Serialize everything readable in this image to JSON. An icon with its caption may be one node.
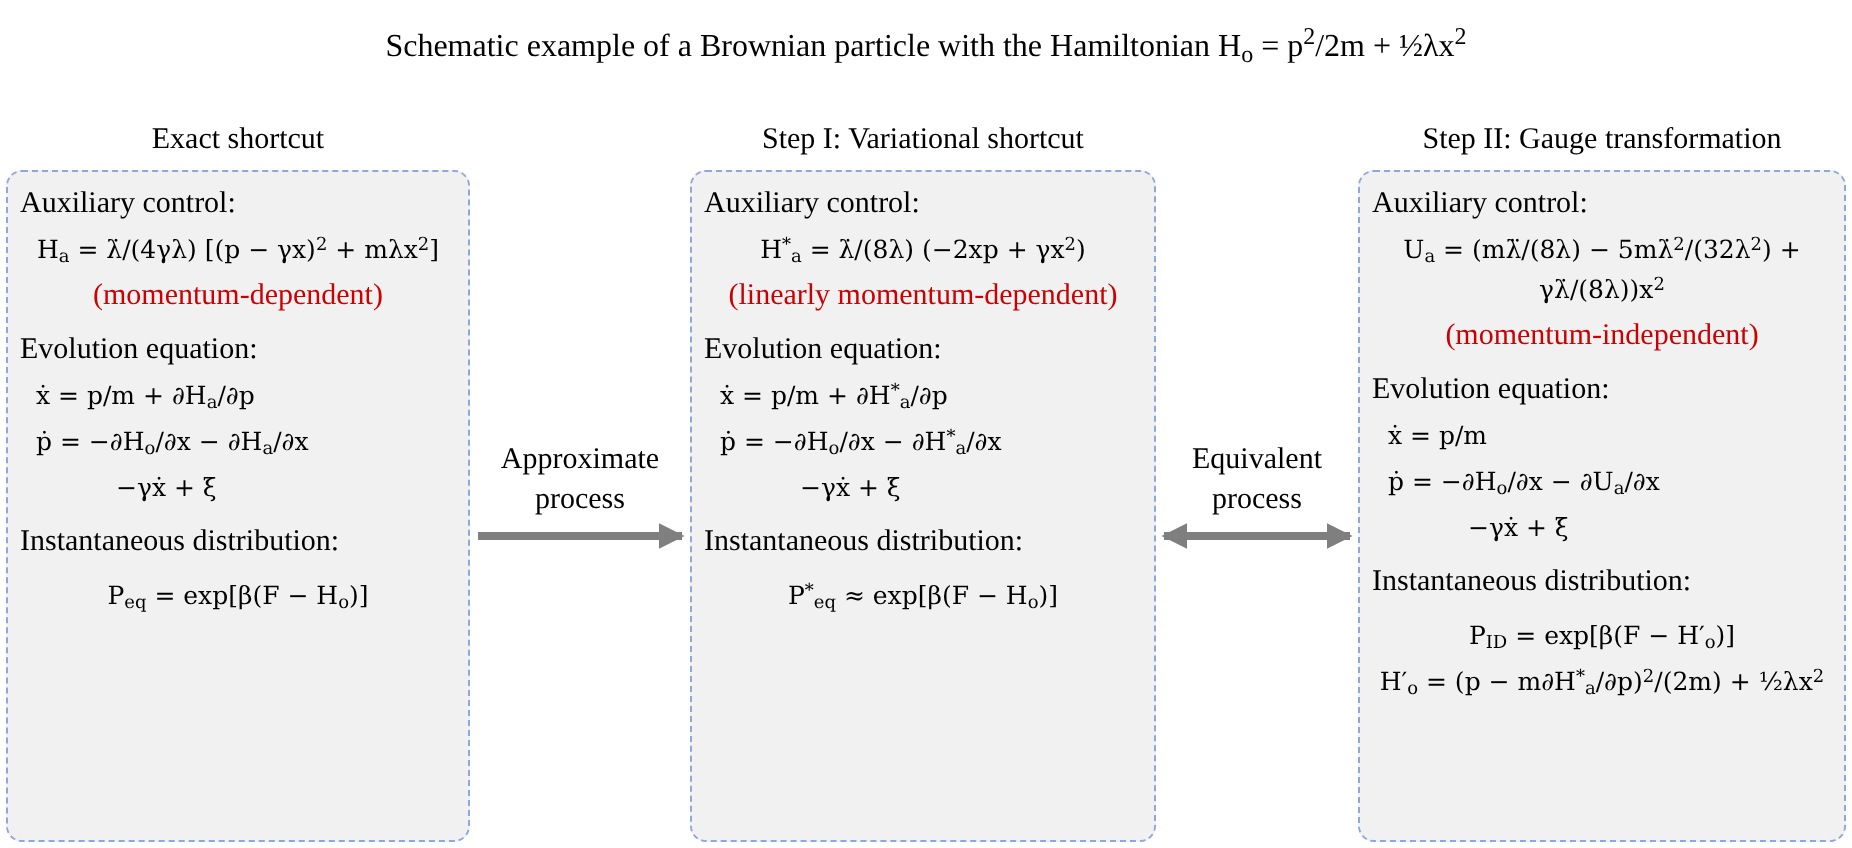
{
  "diagram": {
    "title": "Schematic example of a Brownian particle with the Hamiltonian H$_{o}$ = p$^{2}$/2m + ½λx$^{2}$",
    "nodes": [
      {
        "text": [
          "Exact shortcut",
          "Auxiliary control:",
          "H$_{a}$ = λ̇/(4γλ) [(p − γx)$^{2}$ + mλx$^{2}$]",
          "(momentum-dependent)",
          "Evolution equation:",
          "ẋ = p/m + ∂H$_{a}$/∂p",
          "ṗ = −∂H$_{o}$/∂x − ∂H$_{a}$/∂x",
          "−γẋ + ξ",
          "Instantaneous distribution:",
          "P$_{eq}$ = exp[β(F − H$_{o}$)]"
        ]
      },
      {
        "text": [
          "Step I: Variational shortcut",
          "Auxiliary control:",
          "H$^{*}$$_{a}$ = λ̇/(8λ) (−2xp + γx$^{2}$)",
          "(linearly momentum-dependent)",
          "Evolution equation:",
          "ẋ = p/m + ∂H$^{*}$$_{a}$/∂p",
          "ṗ = −∂H$_{o}$/∂x − ∂H$^{*}$$_{a}$/∂x",
          "−γẋ + ξ",
          "Instantaneous distribution:",
          "P$^{*}$$_{eq}$ ≈ exp[β(F − H$_{o}$)]"
        ]
      },
      {
        "text": [
          "Step II: Gauge transformation",
          "Auxiliary control:",
          "U$_{a}$ = (mλ̈/(8λ) − 5mλ̇$^{2}$/(32λ$^{2}$) + γλ̇/(8λ))x$^{2}$",
          "(momentum-independent)",
          "Evolution equation:",
          "ẋ = p/m",
          "ṗ = −∂H$_{o}$/∂x − ∂U$_{a}$/∂x",
          "−γẋ + ξ",
          "Instantaneous distribution:",
          "P$_{ID}$ = exp[β(F − H′$_{o}$)]",
          "H′$_{o}$ = (p − m∂H$^{*}$$_{a}$/∂p)$^{2}$/(2m) + ½λx$^{2}$"
        ]
      }
    ],
    "edges": [
      {
        "from": 0,
        "to": 1,
        "arrow": "to",
        "label": "Approximate process"
      },
      {
        "from": 1,
        "to": 2,
        "arrow": "both",
        "label": "Equivalent process"
      }
    ]
  }
}
